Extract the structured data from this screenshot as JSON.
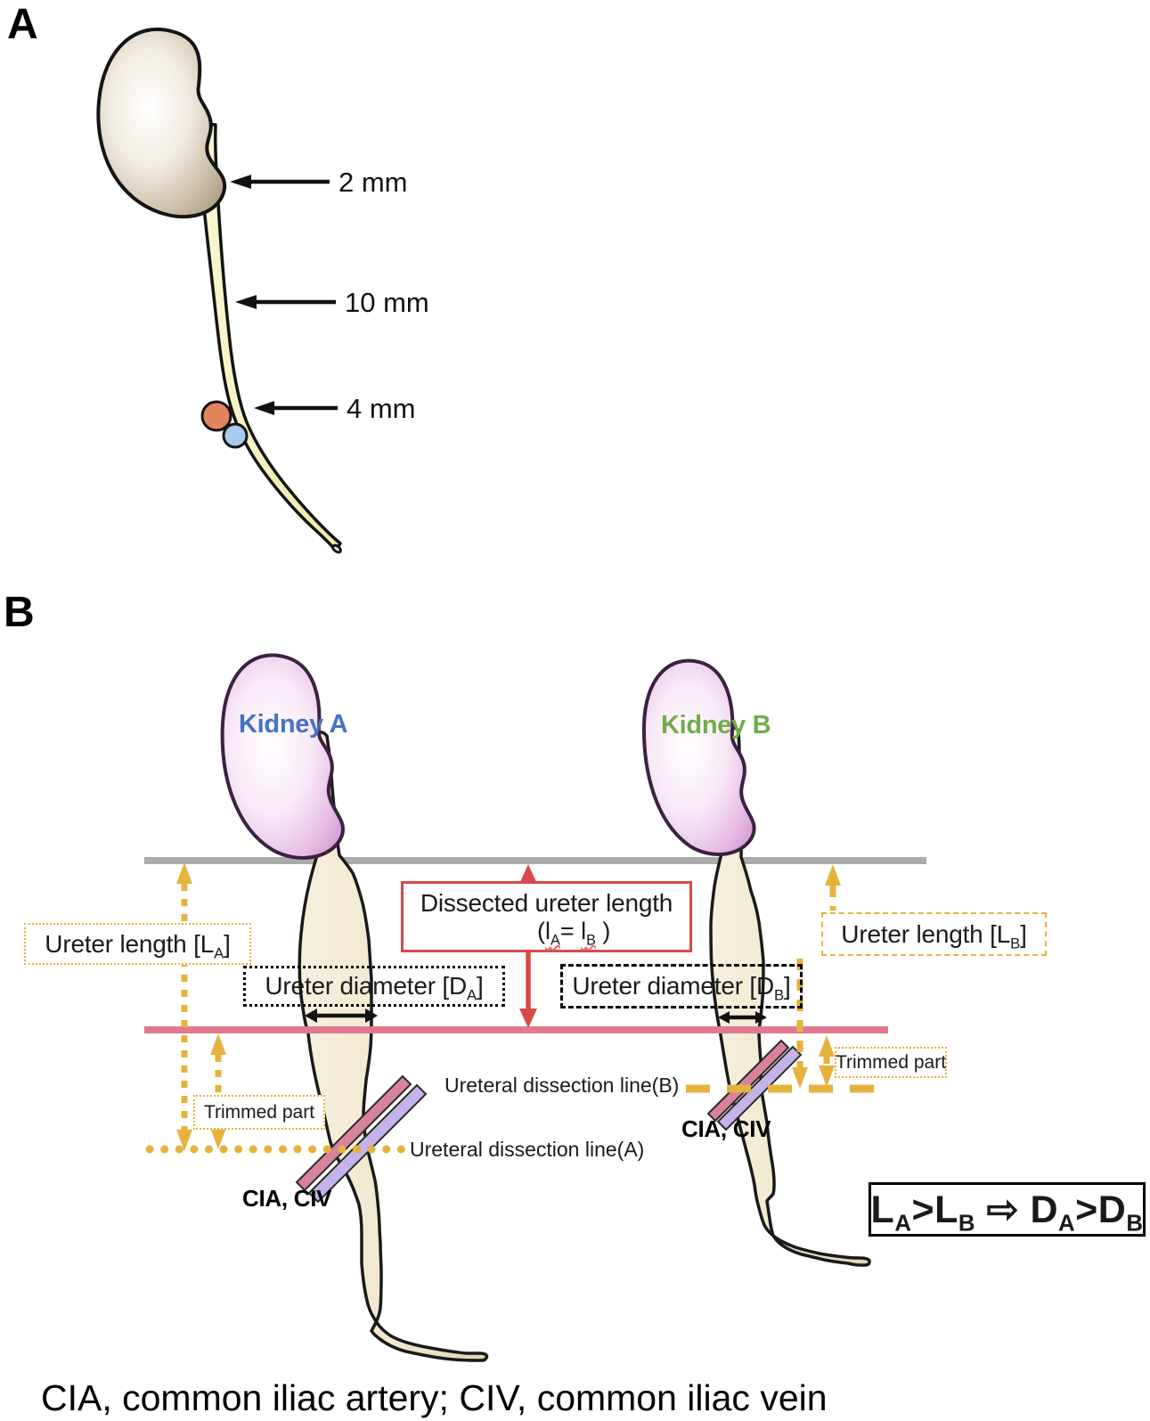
{
  "figure": {
    "panel_a": {
      "label": "A",
      "measurements": [
        {
          "name": "upper-ureter-width",
          "text": "2 mm"
        },
        {
          "name": "middle-ureter-width",
          "text": "10 mm"
        },
        {
          "name": "lower-ureter-width",
          "text": "4 mm"
        }
      ]
    },
    "panel_b": {
      "label": "B",
      "kidney_a_label": "Kidney A",
      "kidney_b_label": "Kidney B",
      "ureter_length_a": {
        "pre": "Ureter length [L",
        "sub": "A",
        "post": "]"
      },
      "ureter_length_b": {
        "pre": "Ureter length [L",
        "sub": "B",
        "post": "]"
      },
      "ureter_diameter_a": {
        "pre": "Ureter diameter [D",
        "sub": "A",
        "post": "]"
      },
      "ureter_diameter_b": {
        "pre": "Ureter diameter [D",
        "sub": "B",
        "post": "]"
      },
      "dissected_box": {
        "line1": "Dissected ureter length",
        "open": "(",
        "l1": "l",
        "s1": "A",
        "eq": "= ",
        "l2": "l",
        "s2": "B",
        "close": " )"
      },
      "trimmed_a": "Trimmed part",
      "trimmed_b": "Trimmed part",
      "dissection_line_b": "Ureteral dissection line(B)",
      "dissection_line_a": "Ureteral dissection line(A)",
      "cia_civ_a": "CIA, CIV",
      "cia_civ_b": "CIA, CIV",
      "formula": {
        "t1": "L",
        "s1": "A",
        "t2": ">L",
        "s2": "B",
        "t3": " ⇨ ",
        "t4": "D",
        "s3": "A",
        "t5": ">D",
        "s4": "B"
      }
    },
    "caption": "CIA, common iliac artery; CIV, common iliac vein",
    "colors": {
      "annotation_yellow": "#E6B23E",
      "reference_line_gray": "#ABABAB",
      "reference_line_pink": "#E0798E",
      "highlight_red": "#D84A4A",
      "kidney_a_label_blue": "#4472C4",
      "kidney_b_label_green": "#70AD47",
      "cia_artery_pink": "#D6849E",
      "civ_vein_purple": "#C6B3E9",
      "kidney_panel_a_brown": "#AFA08C",
      "kidney_panel_b_pink": "#D094CE",
      "ureter_panel_a_yellow": "#F7F2BE",
      "ureter_panel_b_tan": "#EFE6CA"
    }
  }
}
